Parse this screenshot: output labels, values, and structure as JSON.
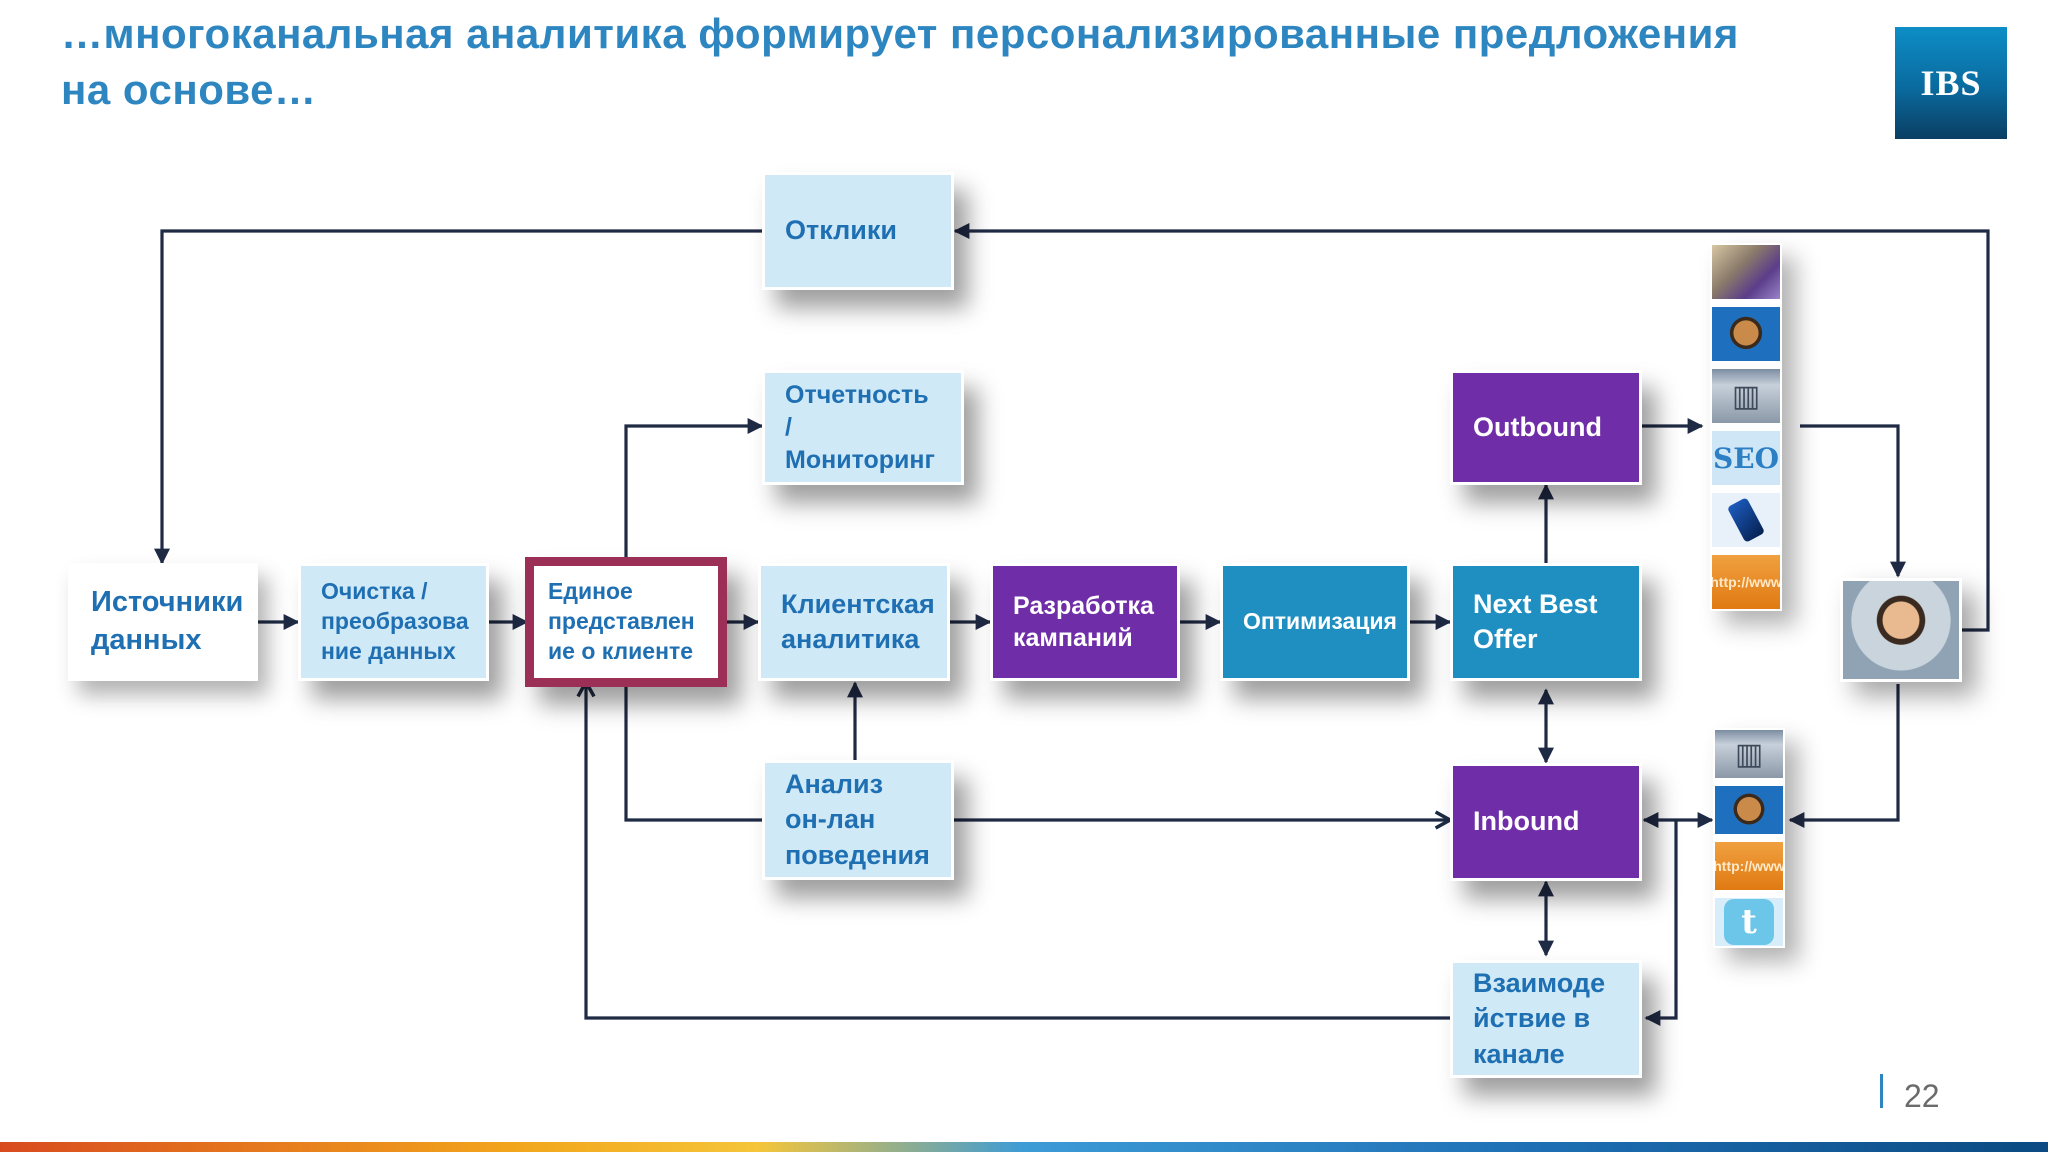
{
  "title": "…многоканальная аналитика формирует персонализированные предложения на основе…",
  "logo": "IBS",
  "boxes": {
    "responses": "Отклики",
    "reporting": [
      "Отчетность /",
      "Мониторинг"
    ],
    "sources": [
      "Источники",
      "данных"
    ],
    "cleansing": [
      "Очистка /",
      "преобразова",
      "ние данных"
    ],
    "single_view": [
      "Единое",
      "представлен",
      "ие о клиенте"
    ],
    "customer_analytics": [
      "Клиентская",
      "аналитика"
    ],
    "campaign_dev": [
      "Разработка",
      "кампаний"
    ],
    "optimization": "Оптимизация",
    "nbo": [
      "Next Best",
      "Offer"
    ],
    "outbound": "Outbound",
    "inbound": "Inbound",
    "online_analysis": [
      "Анализ",
      "он-лан",
      "поведения"
    ],
    "channel_interaction": [
      "Взаимоде",
      "йствие в",
      "канале"
    ]
  },
  "outbound_channels": {
    "seo_text": "SEO",
    "web_text": "http://www"
  },
  "inbound_channels": {
    "web_text": "http://www",
    "twitter_text": "t"
  },
  "colors": {
    "title": "#2e86c1",
    "light_box": "#cfe9f7",
    "purple_box": "#6f2da8",
    "teal_box": "#1f8fc2",
    "selected_border": "#9b2f55",
    "arrow": "#1f2a44"
  },
  "page_number": "22"
}
